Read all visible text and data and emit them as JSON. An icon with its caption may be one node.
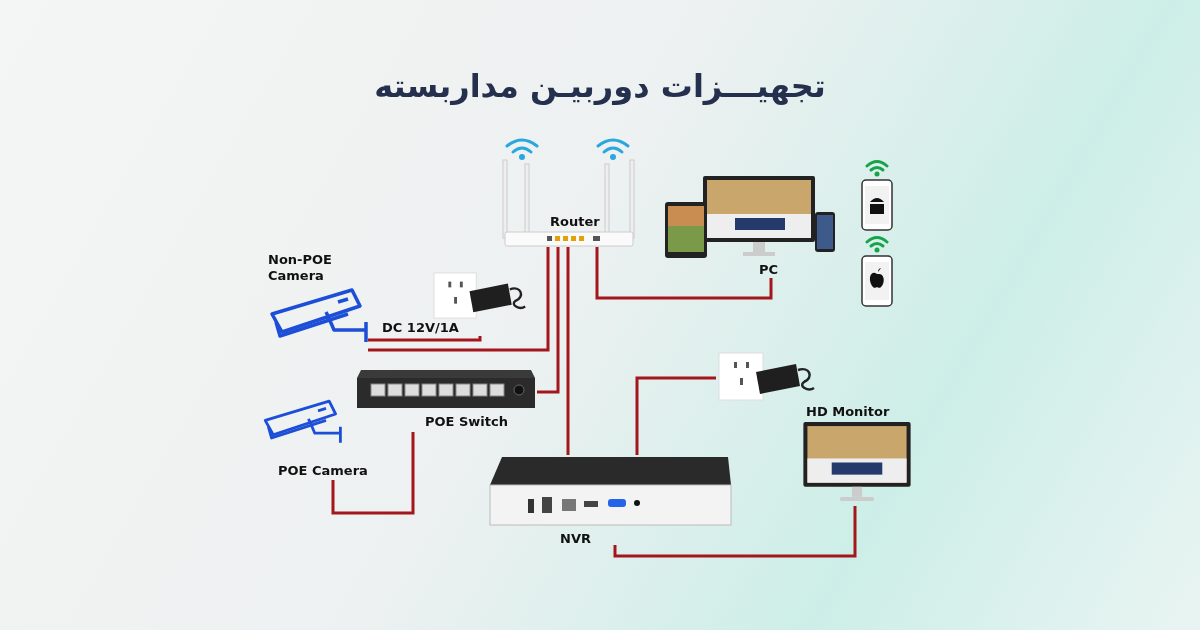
{
  "diagram": {
    "title": "تجهیـــزات دوربیـن مداربسته",
    "nodes": [
      {
        "text": [
          "Router"
        ]
      },
      {
        "text": [
          "PC"
        ]
      },
      {
        "text": [
          "Non-POE Camera"
        ]
      },
      {
        "text": [
          "DC 12V/1A"
        ]
      },
      {
        "text": [
          "POE Switch"
        ]
      },
      {
        "text": [],
        "shape": "picture"
      },
      {
        "text": [
          "HD Monitor"
        ]
      },
      {
        "text": [
          "POE Camera"
        ]
      },
      {
        "text": [
          "NVR"
        ]
      }
    ],
    "edges": [
      {
        "from": 0,
        "to": 1,
        "arrow": "none"
      },
      {
        "from": 0,
        "to": 2,
        "arrow": "none"
      },
      {
        "from": 3,
        "to": 2,
        "arrow": "none"
      },
      {
        "from": 0,
        "to": 4,
        "arrow": "none"
      },
      {
        "from": 0,
        "to": 8,
        "arrow": "none"
      },
      {
        "from": 4,
        "to": 7,
        "arrow": "none"
      },
      {
        "from": 5,
        "to": 8,
        "arrow": "none"
      },
      {
        "from": 8,
        "to": 6,
        "arrow": "none"
      }
    ]
  }
}
